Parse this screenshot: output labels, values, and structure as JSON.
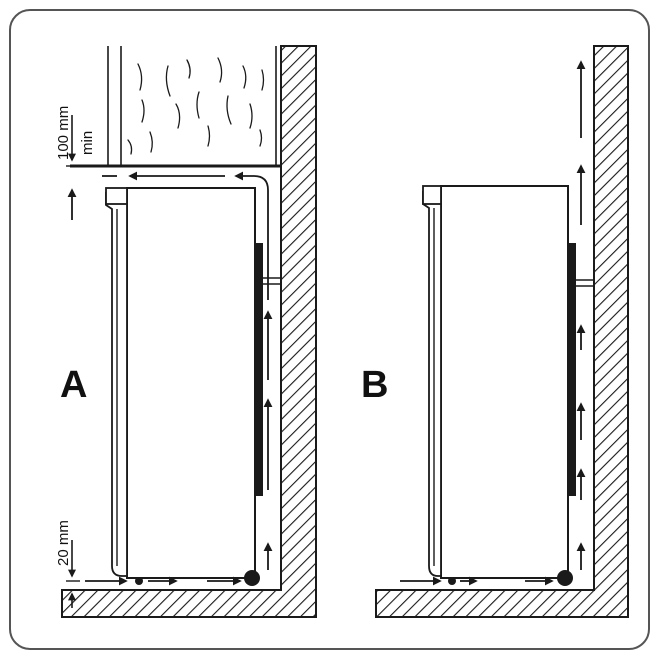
{
  "figure": {
    "panels": [
      {
        "id": "A",
        "label": "A"
      },
      {
        "id": "B",
        "label": "B"
      }
    ],
    "dimensions": {
      "top_clearance_value": "100 mm",
      "top_clearance_qualifier": "min",
      "bottom_gap": "20 mm"
    },
    "colors": {
      "line": "#1a1a1a",
      "wall_hatch": "#1a1a1a",
      "background": "#ffffff",
      "frame": "#555555"
    }
  }
}
